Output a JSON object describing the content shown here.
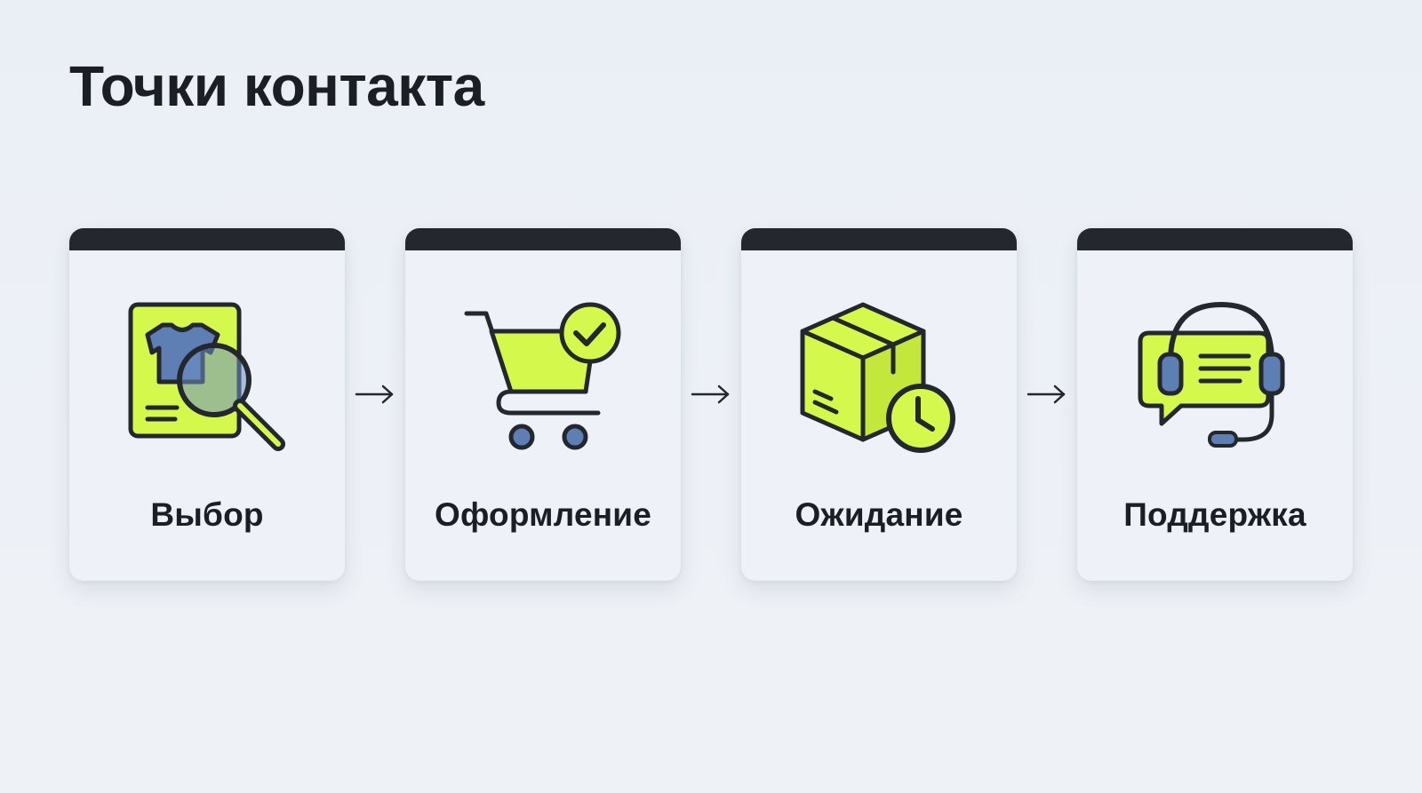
{
  "title": "Точки контакта",
  "colors": {
    "accent": "#d4f94c",
    "secondary": "#5e7fb4",
    "dark": "#25272e",
    "card_background": "#eef2f8"
  },
  "steps": [
    {
      "label": "Выбор",
      "icon": "product-search-icon"
    },
    {
      "label": "Оформление",
      "icon": "cart-checkmark-icon"
    },
    {
      "label": "Ожидание",
      "icon": "box-clock-icon"
    },
    {
      "label": "Поддержка",
      "icon": "headset-chat-icon"
    }
  ],
  "connector": "arrow-right-icon"
}
